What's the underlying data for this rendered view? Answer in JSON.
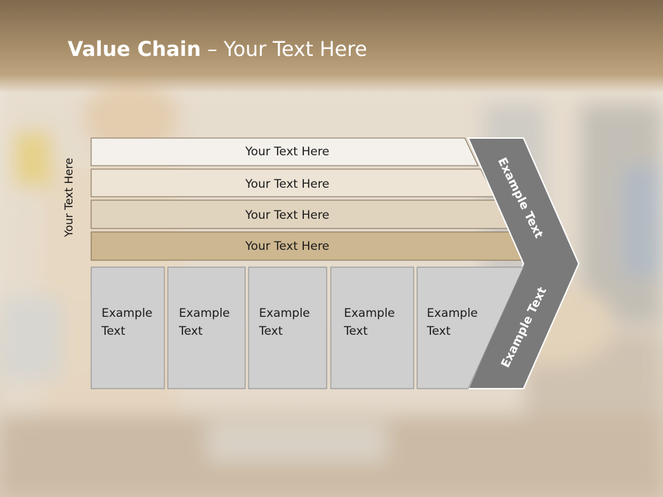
{
  "slide": {
    "title_bold": "Value Chain",
    "title_rest": " – Your Text Here",
    "side_label": "Your Text Here"
  },
  "rows": [
    {
      "label": "Your Text Here",
      "fill": "#f4f1ec"
    },
    {
      "label": "Your Text Here",
      "fill": "#ede4d6"
    },
    {
      "label": "Your Text Here",
      "fill": "#e1d4bf"
    },
    {
      "label": "Your Text Here",
      "fill": "#cdb790"
    }
  ],
  "boxes": [
    {
      "line1": "Example",
      "line2": "Text"
    },
    {
      "line1": "Example",
      "line2": "Text"
    },
    {
      "line1": "Example",
      "line2": "Text"
    },
    {
      "line1": "Example",
      "line2": "Text"
    },
    {
      "line1": "Example",
      "line2": "Text"
    }
  ],
  "chevron": {
    "upper_text": "Example Text",
    "lower_text": "Example Text",
    "fill": "#7a7a7a"
  },
  "colors": {
    "box_fill": "#cfcfcf",
    "row_stroke": "#7d6a52"
  }
}
